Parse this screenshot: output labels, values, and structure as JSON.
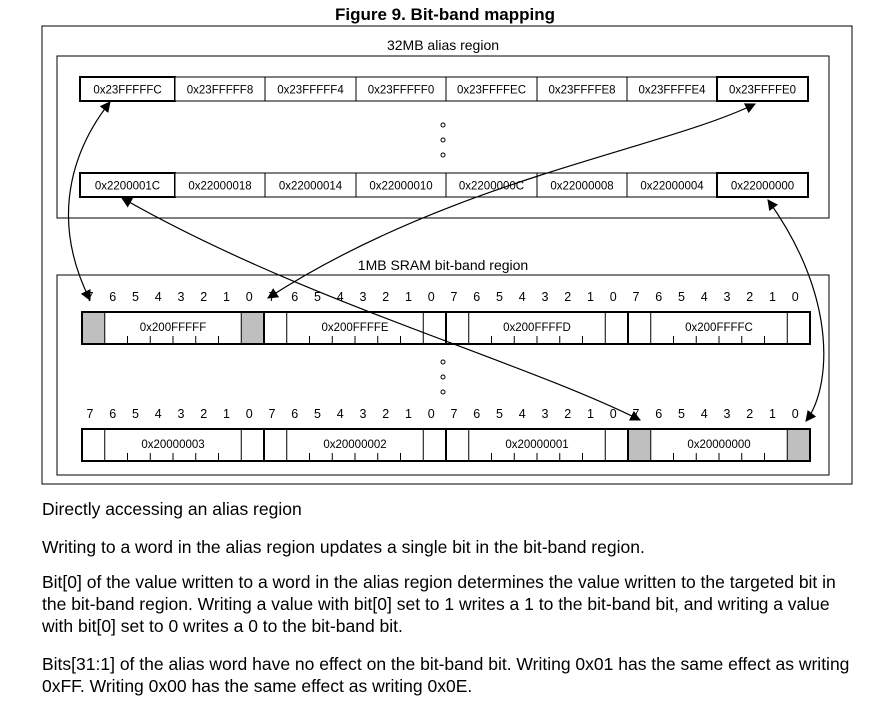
{
  "figure": {
    "title": "Figure 9. Bit-band mapping",
    "alias_region": {
      "label": "32MB alias region",
      "top_row": [
        "0x23FFFFFC",
        "0x23FFFFF8",
        "0x23FFFFF4",
        "0x23FFFFF0",
        "0x23FFFFEC",
        "0x23FFFFE8",
        "0x23FFFFE4",
        "0x23FFFFE0"
      ],
      "bottom_row": [
        "0x2200001C",
        "0x22000018",
        "0x22000014",
        "0x22000010",
        "0x2200000C",
        "0x22000008",
        "0x22000004",
        "0x22000000"
      ]
    },
    "sram_region": {
      "label": "1MB SRAM bit-band region",
      "bit_numbers": [
        "7",
        "6",
        "5",
        "4",
        "3",
        "2",
        "1",
        "0"
      ],
      "top_bytes": [
        "0x200FFFFF",
        "0x200FFFFE",
        "0x200FFFFD",
        "0x200FFFFC"
      ],
      "bottom_bytes": [
        "0x20000003",
        "0x20000002",
        "0x20000001",
        "0x20000000"
      ]
    },
    "colors": {
      "line": "#000000",
      "highlight": "#bfbfbf"
    }
  },
  "text": {
    "p1": "Directly accessing an alias region",
    "p2": "Writing to a word in the alias region updates a single bit in the bit-band region.",
    "p3": "Bit[0] of the value written to a word in the alias region determines the value written to the targeted bit in the bit-band region. Writing a value with bit[0] set to 1 writes a 1 to the bit-band bit, and writing a value with bit[0] set to 0 writes a 0 to the bit-band bit.",
    "p4": "Bits[31:1] of the alias word have no effect on the bit-band bit. Writing 0x01 has the same effect as writing 0xFF. Writing 0x00 has the same effect as writing 0x0E."
  }
}
